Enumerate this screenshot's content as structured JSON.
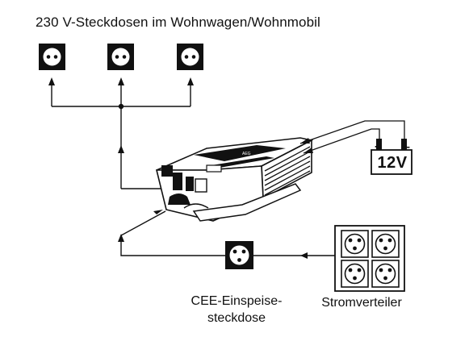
{
  "title": "230 V-Steckdosen im Wohnwagen/Wohnmobil",
  "battery": {
    "voltage": "12V",
    "plus": "+",
    "minus": "–"
  },
  "inverter": {
    "brand": "AEG"
  },
  "labels": {
    "cee_line1": "CEE-Einspeise-",
    "cee_line2": "steckdose",
    "distributor": "Stromverteiler"
  },
  "icons": {
    "outlet": "schuko-socket-icon",
    "cee": "cee-socket-icon",
    "battery": "battery-icon",
    "inverter": "inverter-device-icon"
  },
  "colors": {
    "line": "#111111",
    "background": "#ffffff"
  }
}
